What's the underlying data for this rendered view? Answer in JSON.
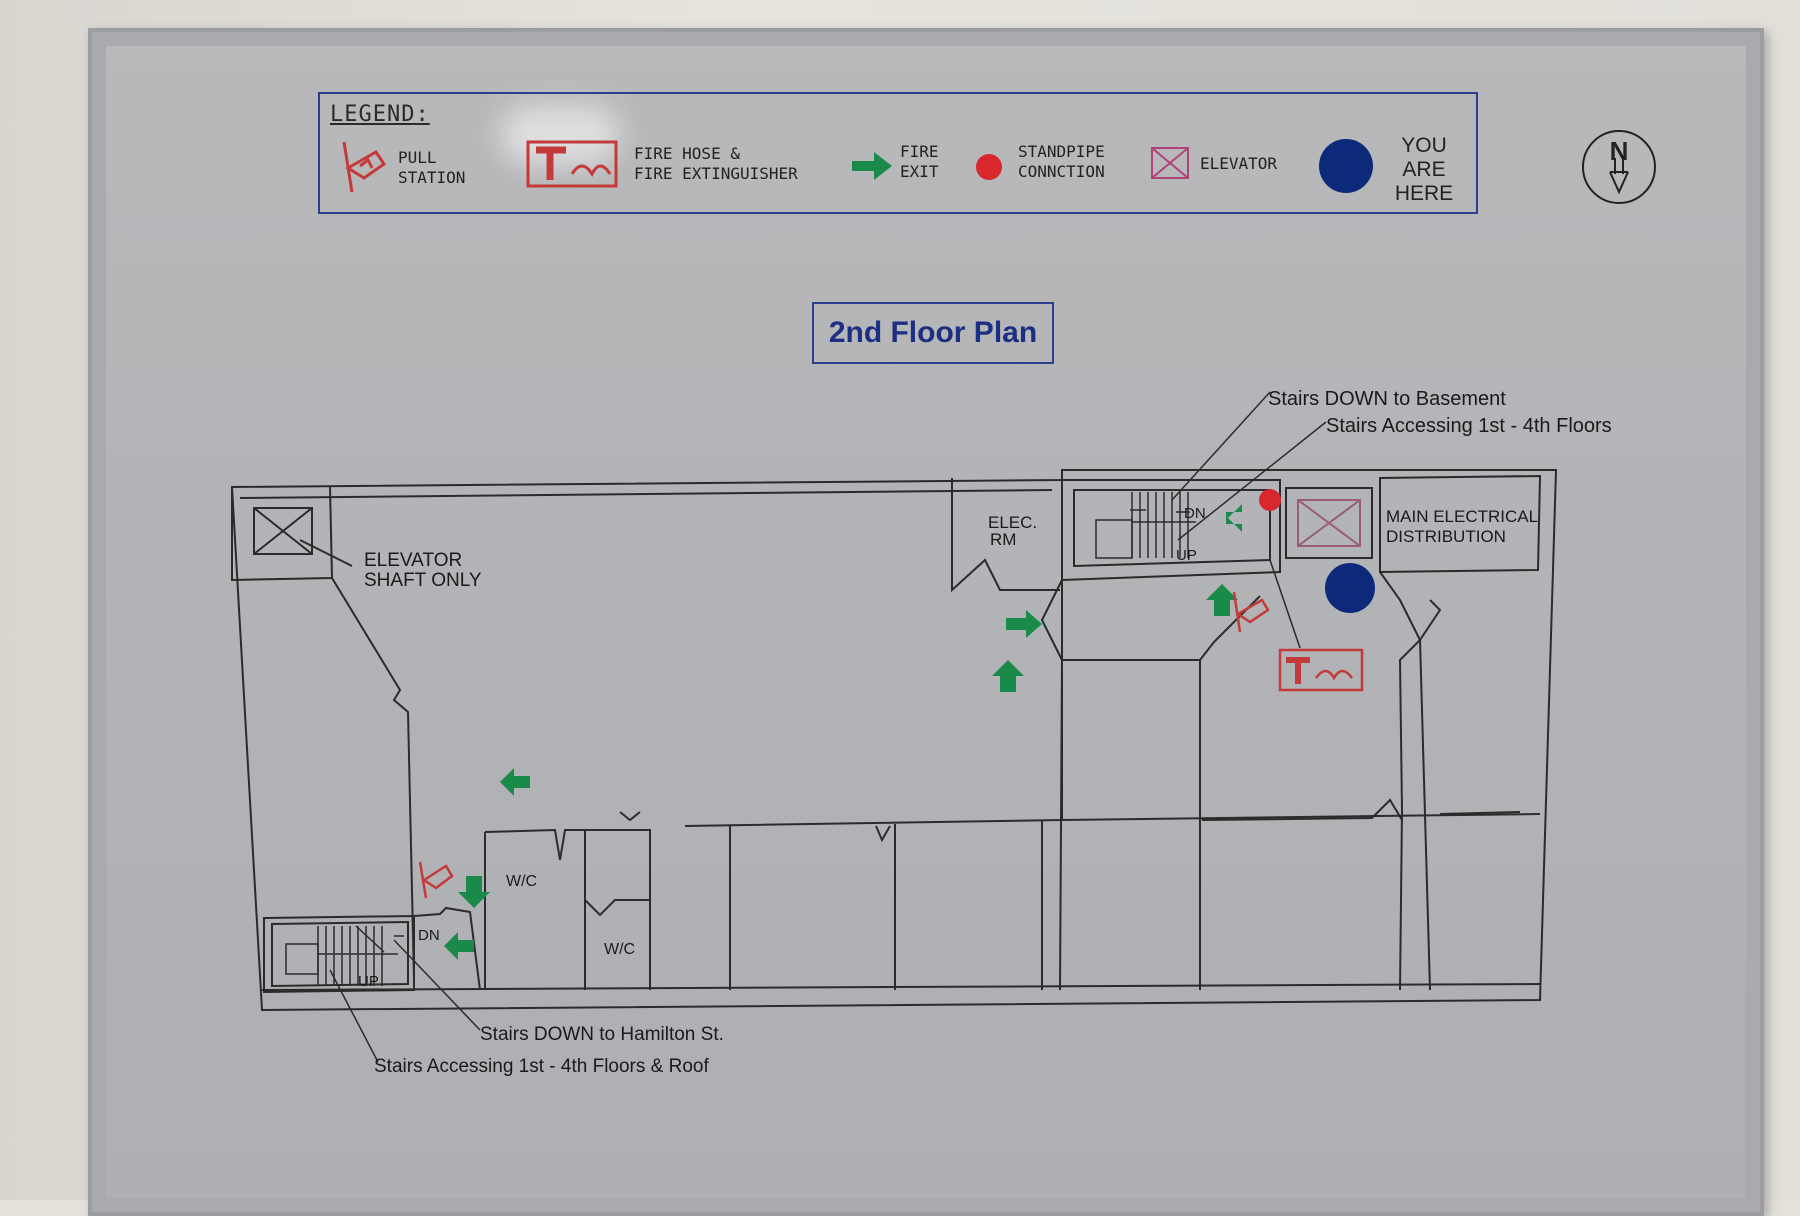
{
  "legend": {
    "title": "LEGEND:",
    "items": [
      {
        "icon": "pull-station-icon",
        "label": "PULL\nSTATION"
      },
      {
        "icon": "fire-hose-extinguisher-icon",
        "label": "FIRE HOSE &\nFIRE EXTINGUISHER"
      },
      {
        "icon": "fire-exit-arrow-icon",
        "label": "FIRE\nEXIT"
      },
      {
        "icon": "standpipe-dot-icon",
        "label": "STANDPIPE\nCONNCTION"
      },
      {
        "icon": "elevator-icon",
        "label": "ELEVATOR"
      },
      {
        "icon": "you-are-here-dot-icon",
        "label": "YOU ARE\nHERE"
      }
    ]
  },
  "north_label": "N",
  "title": "2nd Floor Plan",
  "labels": {
    "elevator_shaft": "ELEVATOR\nSHAFT ONLY",
    "elec_rm": "ELEC.\nRM",
    "main_electrical": "MAIN ELECTRICAL\nDISTRIBUTION",
    "wc1": "W/C",
    "wc2": "W/C",
    "stairs_down_basement": "Stairs DOWN to Basement",
    "stairs_accessing_1_4": "Stairs Accessing 1st - 4th Floors",
    "stairs_down_hamilton": "Stairs DOWN to Hamilton St.",
    "stairs_accessing_1_4_roof": "Stairs Accessing 1st - 4th Floors & Roof",
    "dn1": "DN",
    "up1": "UP",
    "dn2": "DN",
    "up2": "UP"
  },
  "colors": {
    "exit_green": "#1a8a4a",
    "standpipe_red": "#d8282e",
    "you_are_here_blue": "#0d2a7a",
    "accent_blue": "#2d3f8c",
    "line": "#2b2b2b"
  }
}
